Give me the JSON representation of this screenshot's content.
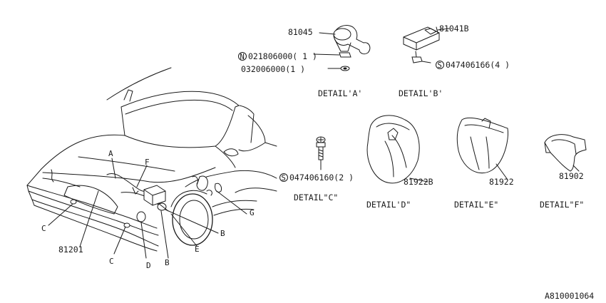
{
  "diagram": {
    "callouts": {
      "label_81045": "81045",
      "label_81041B": "81041B",
      "nut_n_mark": "N",
      "label_nut": "021806000( 1 )",
      "label_washer": "032006000(1  )",
      "screw_s_mark_b": "S",
      "label_screw_b": "047406166(4  )",
      "screw_s_mark_c": "S",
      "label_screw_c": "047406160(2  )",
      "label_81922B": "81922B",
      "label_81922": "81922",
      "label_81902": "81902",
      "label_81201": "81201"
    },
    "details": {
      "a": "DETAIL'A'",
      "b": "DETAIL'B'",
      "c": "DETAIL\"C\"",
      "d": "DETAIL'D\"",
      "e": "DETAIL\"E\"",
      "f": "DETAIL\"F\""
    },
    "letters": {
      "a": "A",
      "f": "F",
      "c_upper": "C",
      "c_lower": "C",
      "d": "D",
      "b_lower": "B",
      "b_right": "B",
      "e": "E",
      "g": "G"
    },
    "ref_code": "A810001064"
  }
}
